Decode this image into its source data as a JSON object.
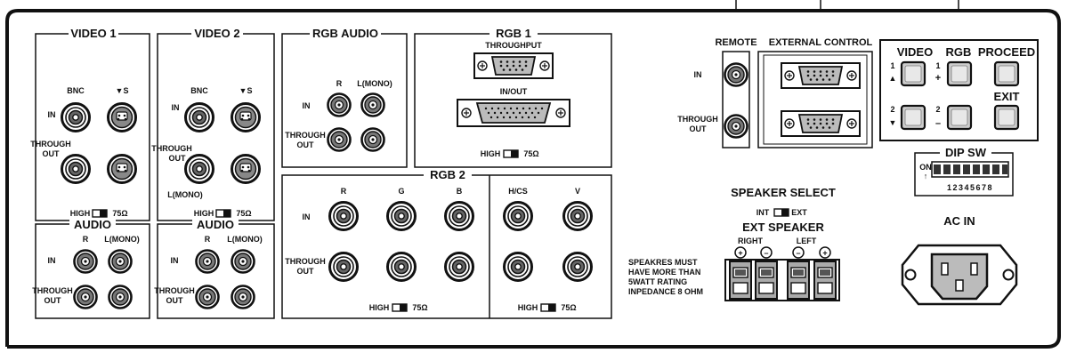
{
  "video1": {
    "title": "VIDEO 1",
    "bnc": "BNC",
    "s": "▼S",
    "in": "IN",
    "through": "THROUGH",
    "out": "OUT",
    "high": "HIGH",
    "ohm": "75Ω"
  },
  "video2": {
    "title": "VIDEO 2",
    "bnc": "BNC",
    "s": "▼S",
    "in": "IN",
    "through": "THROUGH",
    "out": "OUT",
    "lmono": "L(MONO)",
    "high": "HIGH",
    "ohm": "75Ω"
  },
  "audio1": {
    "title": "AUDIO",
    "r": "R",
    "lmono": "L(MONO)",
    "in": "IN",
    "through": "THROUGH",
    "out": "OUT"
  },
  "audio2": {
    "title": "AUDIO",
    "r": "R",
    "lmono": "L(MONO)",
    "in": "IN",
    "through": "THROUGH",
    "out": "OUT"
  },
  "rgbaudio": {
    "title": "RGB AUDIO",
    "r": "R",
    "lmono": "L(MONO)",
    "in": "IN",
    "through": "THROUGH",
    "out": "OUT"
  },
  "rgb1": {
    "title": "RGB 1",
    "throughput": "THROUGHPUT",
    "inout": "IN/OUT",
    "high": "HIGH",
    "ohm": "75Ω"
  },
  "rgb2": {
    "title": "RGB 2",
    "r": "R",
    "g": "G",
    "b": "B",
    "hcs": "H/CS",
    "v": "V",
    "in": "IN",
    "through": "THROUGH",
    "out": "OUT",
    "high": "HIGH",
    "ohm": "75Ω",
    "high2": "HIGH",
    "ohm2": "75Ω"
  },
  "remote": {
    "title": "REMOTE",
    "in": "IN",
    "through": "THROUGH",
    "out": "OUT"
  },
  "external": {
    "title": "EXTERNAL CONTROL"
  },
  "buttons": {
    "video": "VIDEO",
    "rgb": "RGB",
    "proceed": "PROCEED",
    "exit": "EXIT",
    "v1": "1",
    "v2": "2",
    "r1": "1",
    "r2": "2",
    "up": "▲",
    "down": "▼",
    "plus": "+",
    "minus": "–"
  },
  "dip": {
    "title": "DIP SW",
    "on": "ON",
    "arrow": "↑",
    "numbers": "12345678"
  },
  "speaker": {
    "select": "SPEAKER SELECT",
    "int": "INT",
    "ext": "EXT",
    "ext_speaker": "EXT SPEAKER",
    "right": "RIGHT",
    "left": "LEFT",
    "plus": "+",
    "minus": "–",
    "note": [
      "SPEAKRES MUST",
      "HAVE MORE THAN",
      "5WATT RATING",
      "INPEDANCE 8 OHM"
    ]
  },
  "ac": {
    "title": "AC IN"
  }
}
